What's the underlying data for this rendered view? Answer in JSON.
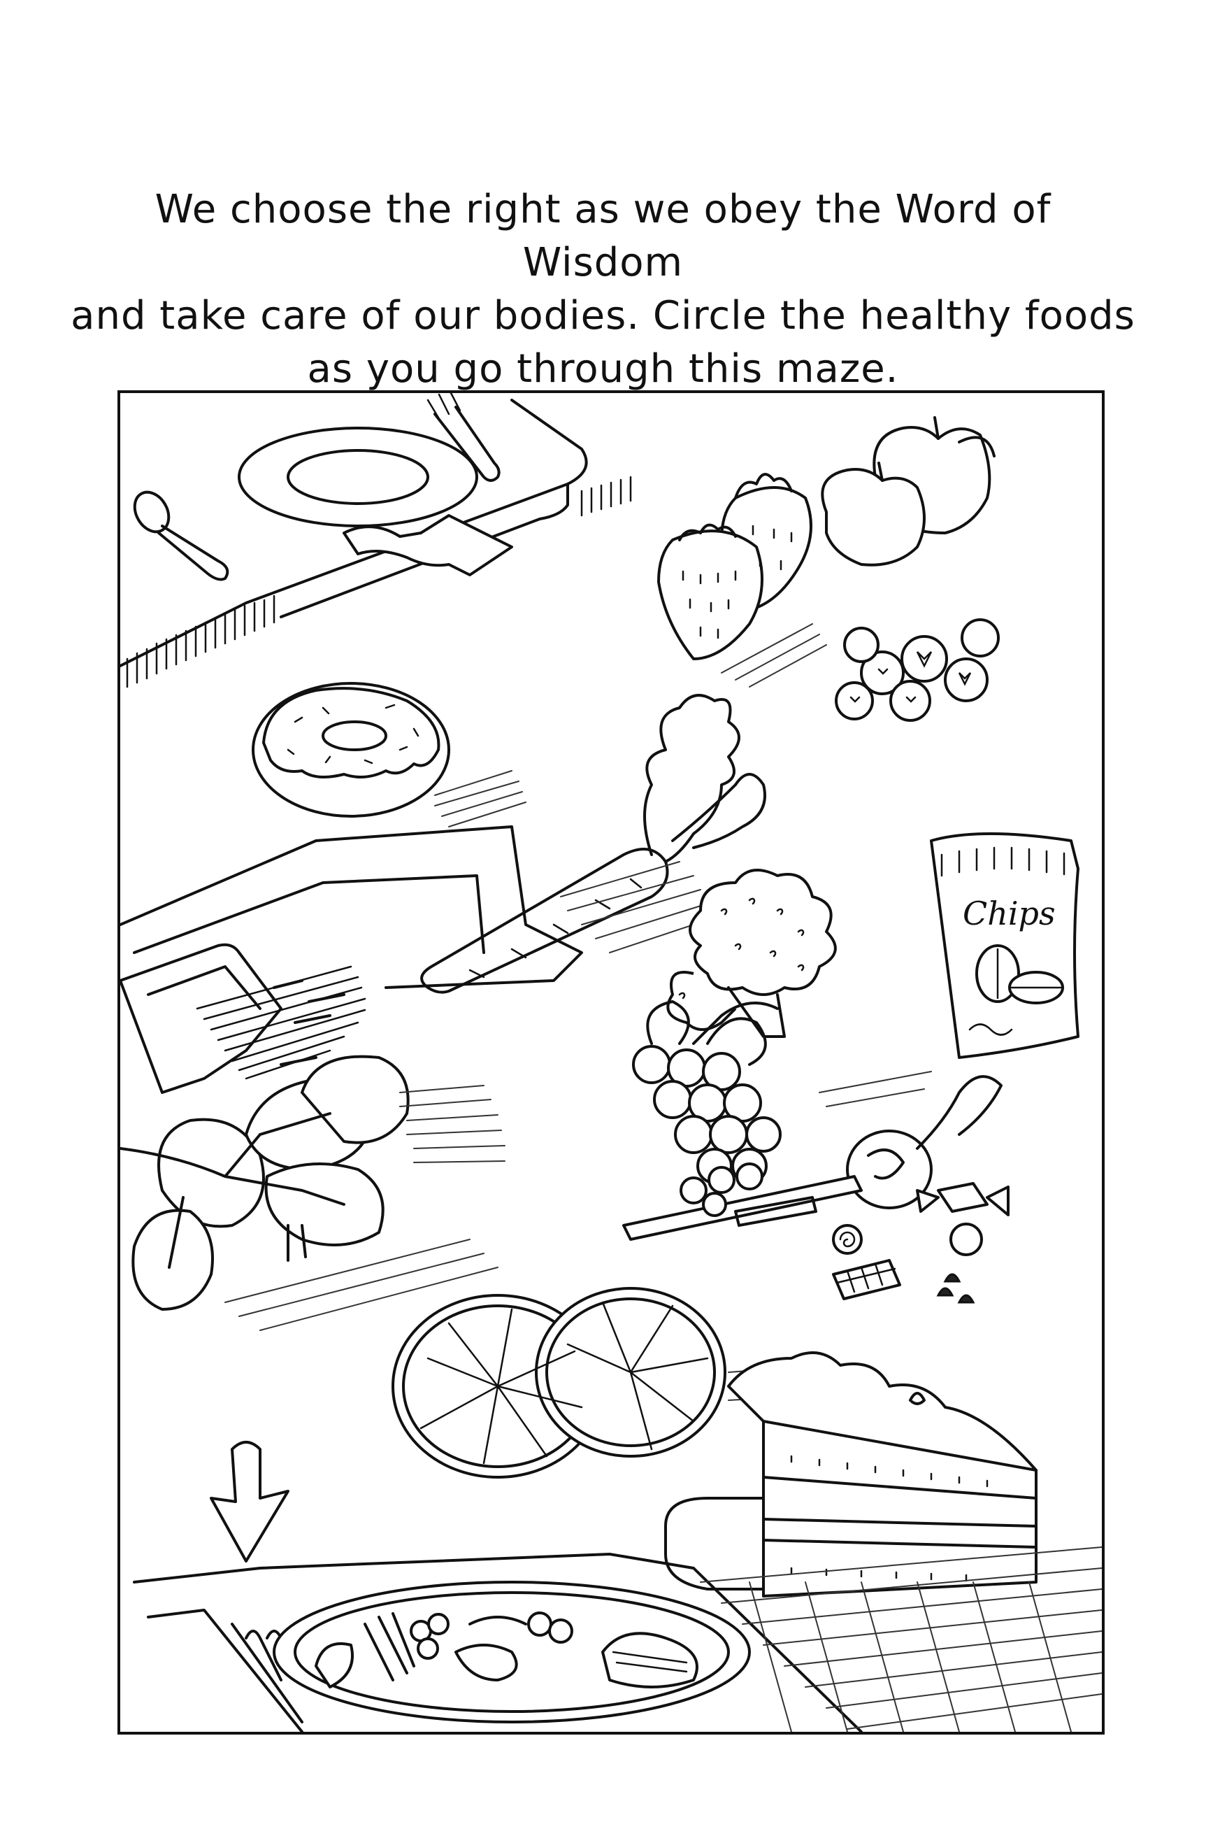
{
  "page": {
    "instructions": [
      "We choose the right as we obey the Word of Wisdom",
      "and take care of our bodies. Circle the healthy foods",
      "as you go through this maze."
    ]
  },
  "maze": {
    "chips_label": "Chips",
    "items": [
      {
        "name": "start-plate",
        "icon": "plate-icon"
      },
      {
        "name": "strawberries",
        "icon": "strawberry-icon"
      },
      {
        "name": "apples",
        "icon": "apple-icon"
      },
      {
        "name": "blueberries",
        "icon": "blueberry-icon"
      },
      {
        "name": "donut",
        "icon": "donut-icon"
      },
      {
        "name": "carrot",
        "icon": "carrot-icon"
      },
      {
        "name": "chips-bag",
        "icon": "chips-bag-icon"
      },
      {
        "name": "broccoli",
        "icon": "broccoli-icon"
      },
      {
        "name": "french-fries",
        "icon": "fries-icon"
      },
      {
        "name": "grapes",
        "icon": "grapes-icon"
      },
      {
        "name": "spinach",
        "icon": "spinach-icon"
      },
      {
        "name": "candy",
        "icon": "candy-icon"
      },
      {
        "name": "orange-slices",
        "icon": "orange-slice-icon"
      },
      {
        "name": "cake-slice",
        "icon": "cake-icon"
      },
      {
        "name": "finish-plate",
        "icon": "plate-icon"
      }
    ]
  }
}
